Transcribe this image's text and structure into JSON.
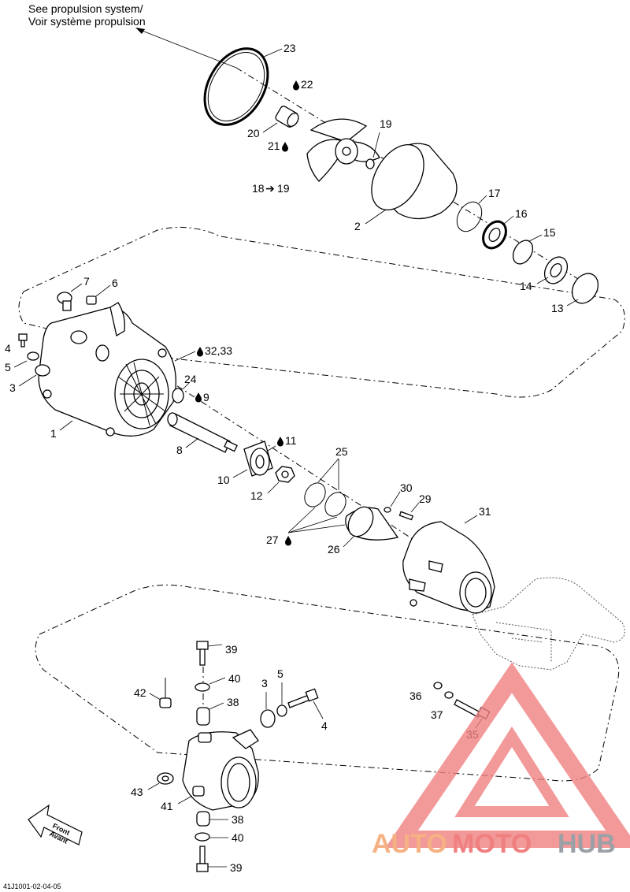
{
  "header_note": {
    "line1": "See propulsion system/",
    "line2": "Voir système propulsion"
  },
  "front_arrow": {
    "line1": "Front",
    "line2": "Avant"
  },
  "doc_id": "41J1001-02-04-05",
  "watermark": {
    "part1": "AUTO",
    "part2": "MOTO",
    "part3": "HUB",
    "color1": "#f5b183",
    "color2": "#f08080",
    "color3": "#9aa0a6"
  },
  "callouts": {
    "c1": "1",
    "c2": "2",
    "c3a": "3",
    "c3b": "3",
    "c4a": "4",
    "c4b": "4",
    "c5a": "5",
    "c5b": "5",
    "c6": "6",
    "c7": "7",
    "c8": "8",
    "c9": "9",
    "c10": "10",
    "c11": "11",
    "c12": "12",
    "c13": "13",
    "c14": "14",
    "c15": "15",
    "c16": "16",
    "c17": "17",
    "c18": "18",
    "c19a": "19",
    "c19b": "19",
    "c20": "20",
    "c21": "21",
    "c22": "22",
    "c23": "23",
    "c24": "24",
    "c25": "25",
    "c26": "26",
    "c27": "27",
    "c29": "29",
    "c30": "30",
    "c31": "31",
    "c3233": "32,33",
    "c35": "35",
    "c36": "36",
    "c37": "37",
    "c38a": "38",
    "c38b": "38",
    "c39a": "39",
    "c39b": "39",
    "c40a": "40",
    "c40b": "40",
    "c41": "41",
    "c42": "42",
    "c43": "43"
  }
}
